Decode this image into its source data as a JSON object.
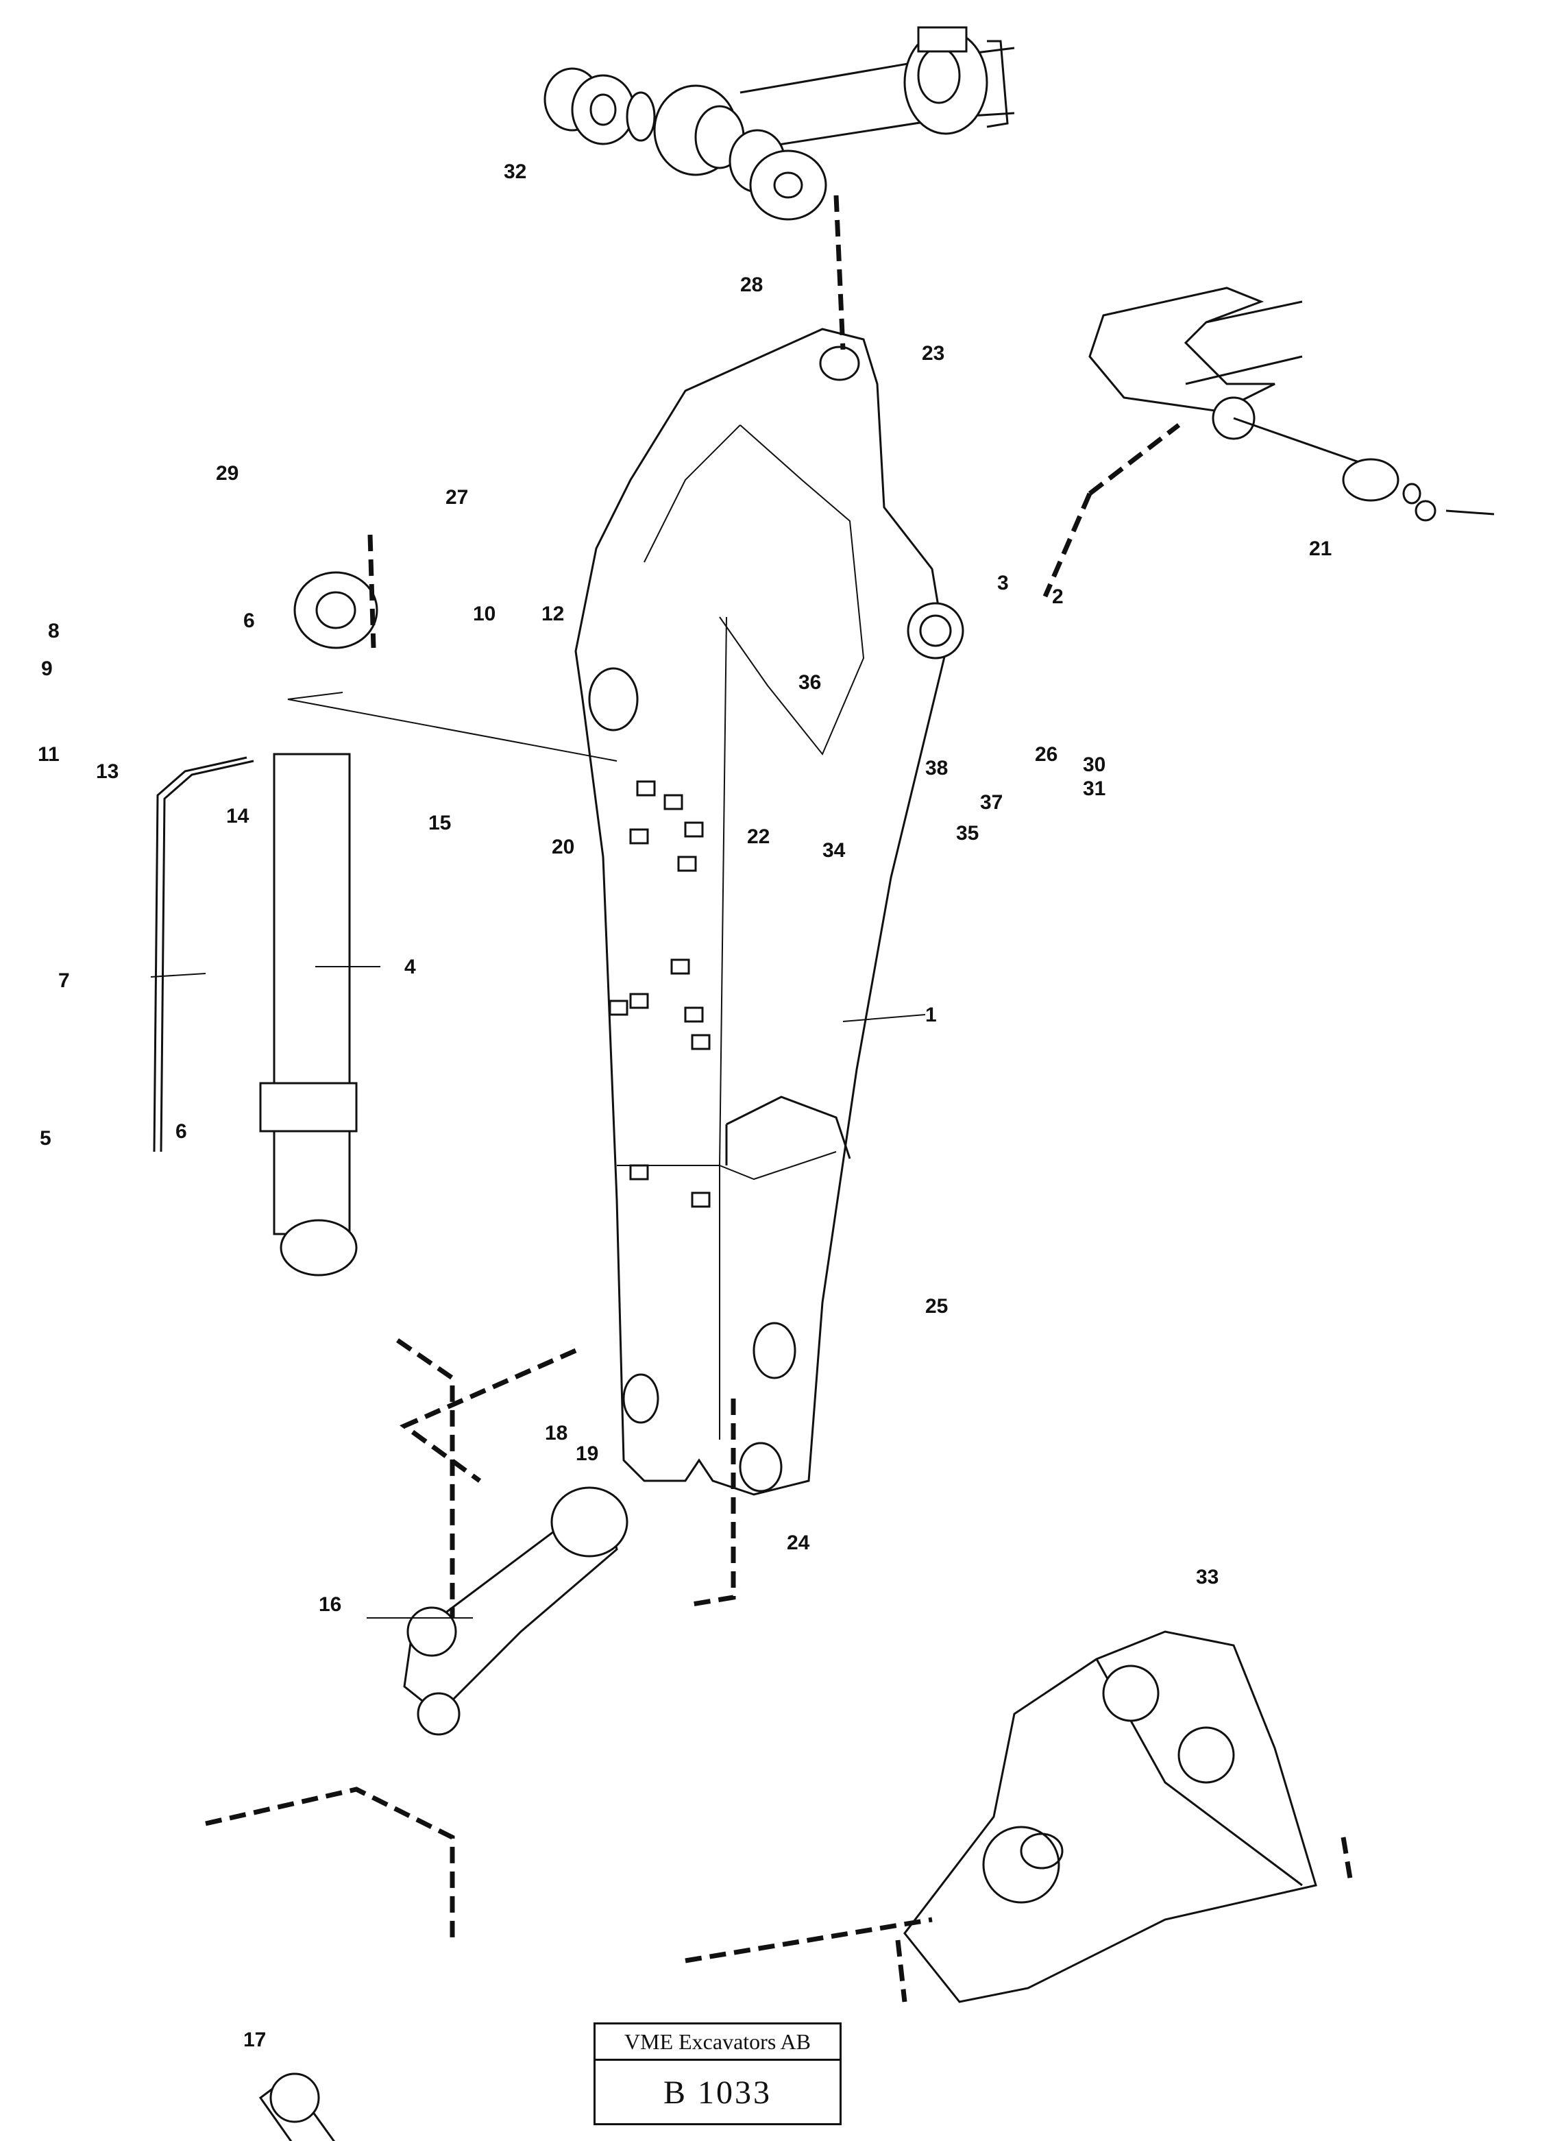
{
  "title_block": {
    "company": "VME Excavators AB",
    "drawing_number": "B 1033"
  },
  "callouts": [
    "1",
    "2",
    "3",
    "4",
    "5",
    "6",
    "6",
    "7",
    "8",
    "9",
    "10",
    "11",
    "12",
    "13",
    "14",
    "15",
    "16",
    "17",
    "18",
    "19",
    "20",
    "21",
    "22",
    "23",
    "24",
    "25",
    "26",
    "27",
    "28",
    "29",
    "30",
    "31",
    "32",
    "33",
    "34",
    "35",
    "36",
    "37",
    "38"
  ]
}
